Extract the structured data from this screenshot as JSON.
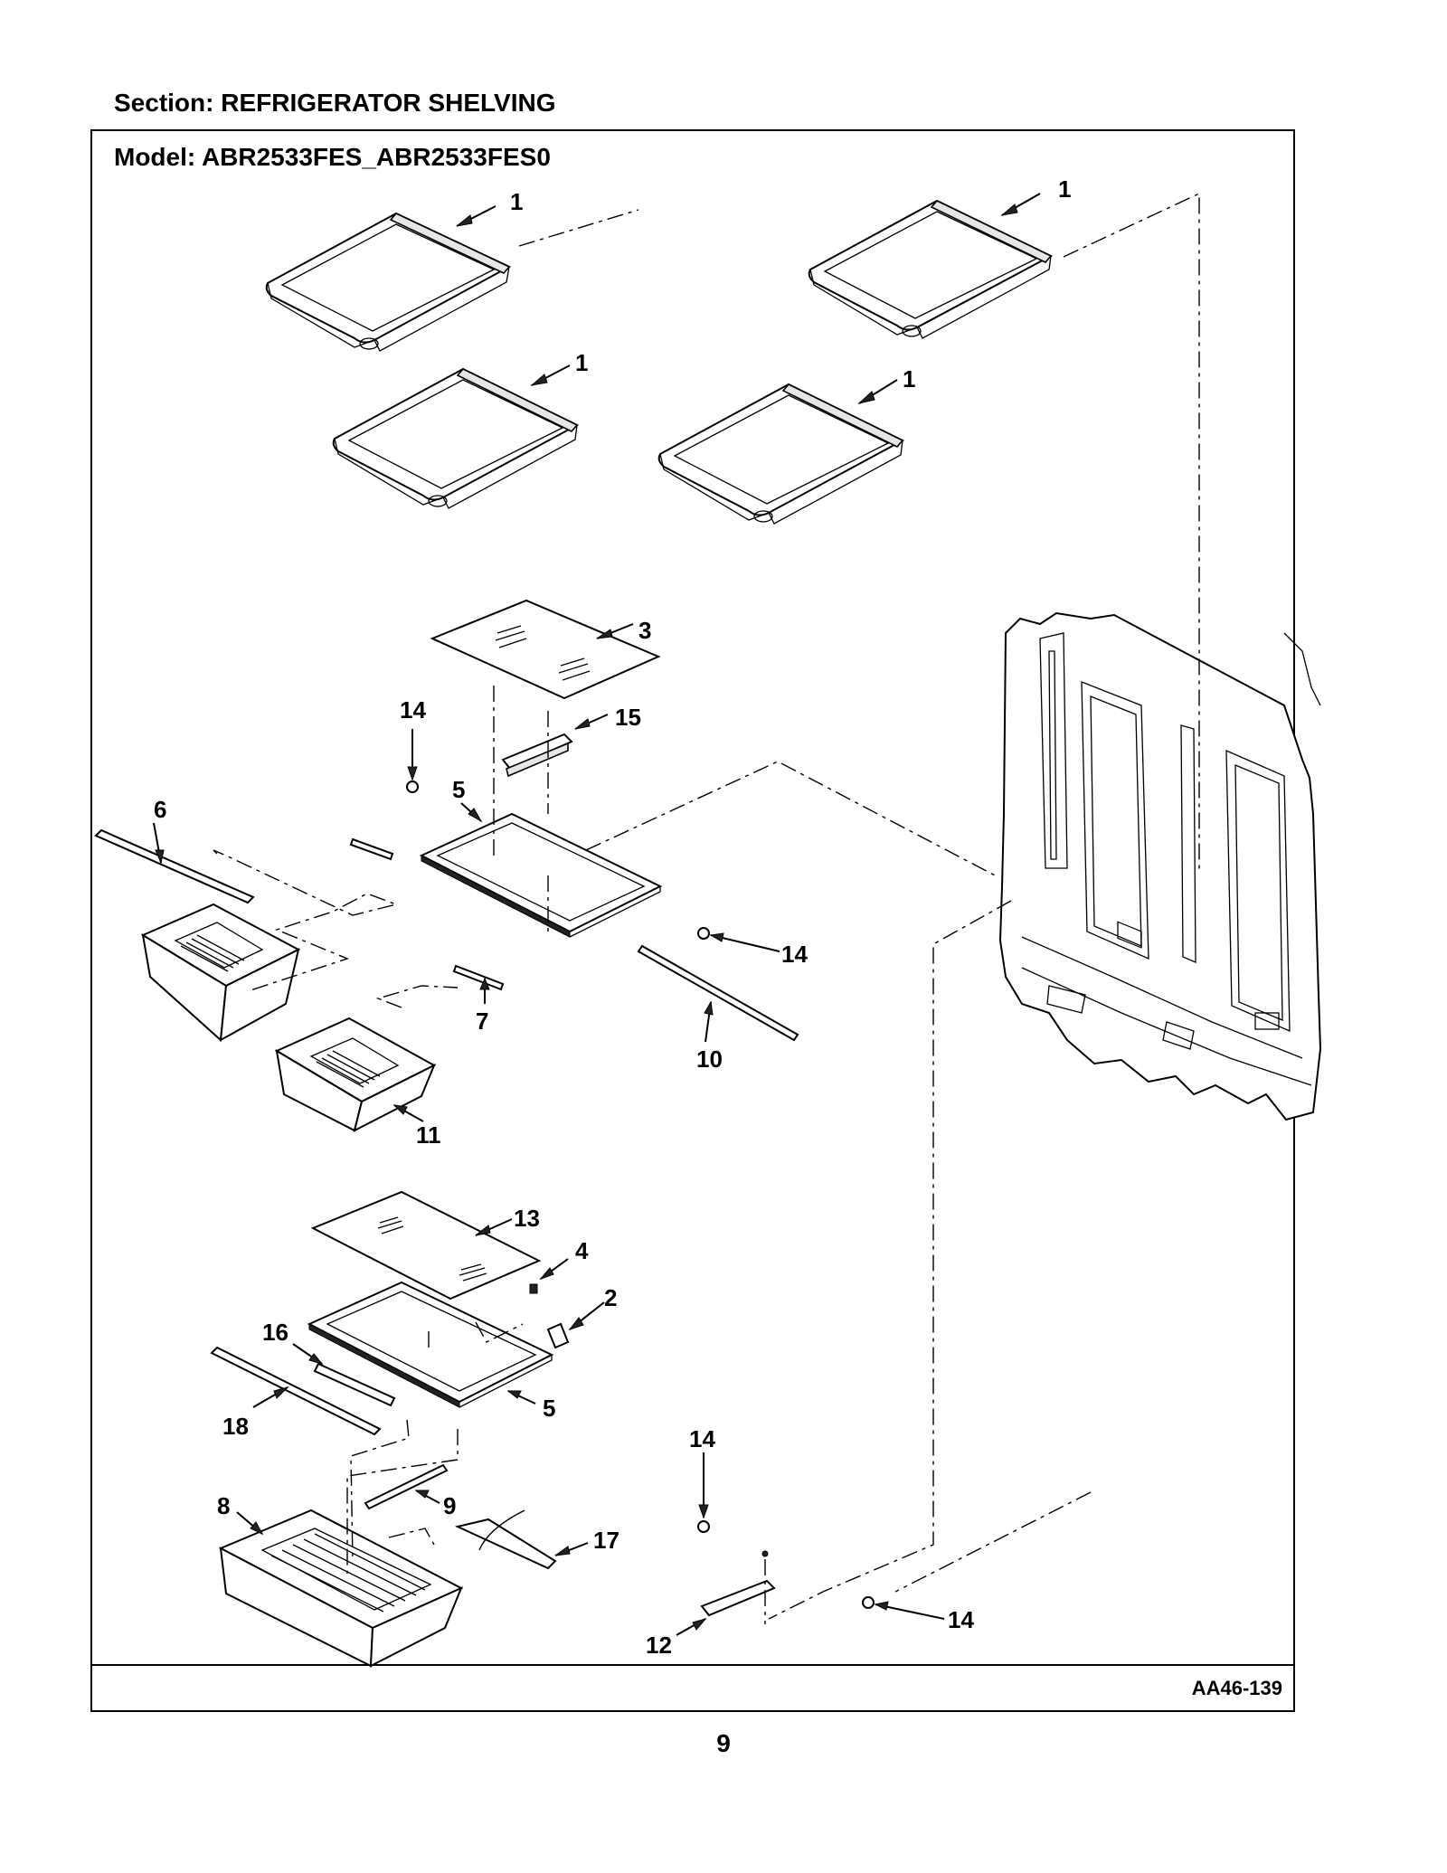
{
  "header": {
    "section_title": "Section:  REFRIGERATOR SHELVING",
    "model_title": "Model:  ABR2533FES_ABR2533FES0"
  },
  "diagram": {
    "code": "AA46-139",
    "callouts": {
      "c1a": "1",
      "c1b": "1",
      "c1c": "1",
      "c1d": "1",
      "c2": "2",
      "c3": "3",
      "c4": "4",
      "c5a": "5",
      "c5b": "5",
      "c6": "6",
      "c7": "7",
      "c8": "8",
      "c9": "9",
      "c10": "10",
      "c11": "11",
      "c12": "12",
      "c13": "13",
      "c14a": "14",
      "c14b": "14",
      "c14c": "14",
      "c14d": "14",
      "c15": "15",
      "c16": "16",
      "c17": "17",
      "c18": "18"
    }
  },
  "footer": {
    "page_number": "9"
  }
}
